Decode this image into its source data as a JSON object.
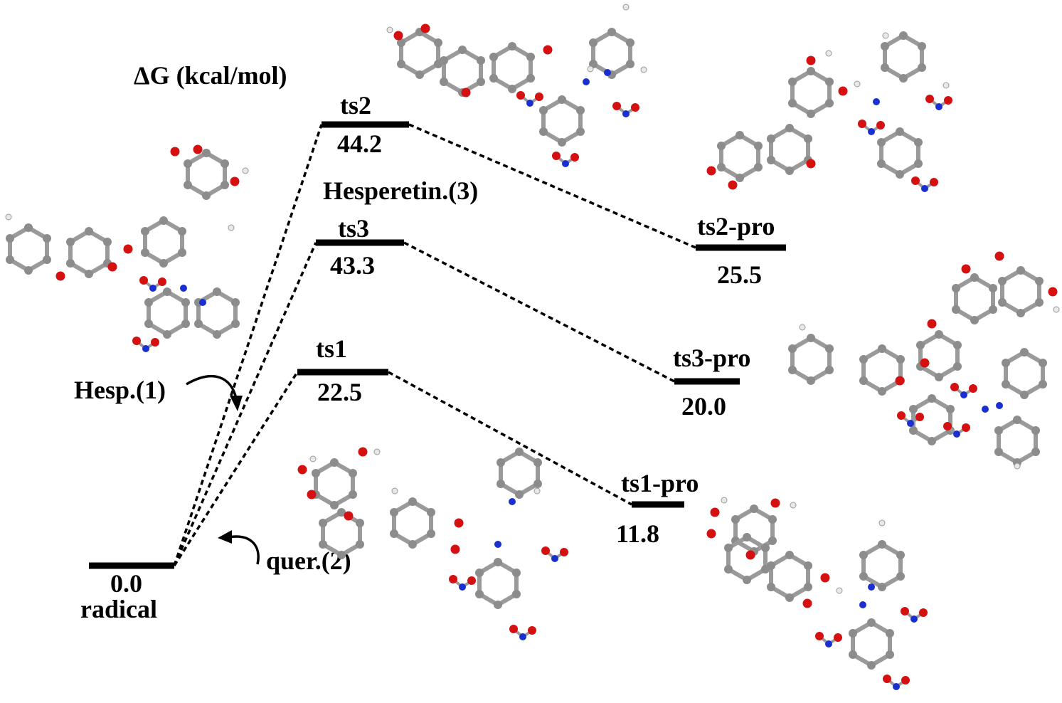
{
  "axis_title": "ΔG (kcal/mol)",
  "colors": {
    "carbon": "#8c8c8c",
    "oxygen": "#d41010",
    "nitrogen": "#1a2fd0",
    "hydrogen": "#eeeeee",
    "line": "#000000"
  },
  "reactant_labels": {
    "hesp": "Hesp.(1)",
    "quer": "quer.(2)",
    "hesperetin": "Hesperetin.(3)"
  },
  "states": {
    "radical": {
      "name": "radical",
      "energy": "0.0"
    },
    "ts1": {
      "name": "ts1",
      "energy": "22.5"
    },
    "ts2": {
      "name": "ts2",
      "energy": "44.2"
    },
    "ts3": {
      "name": "ts3",
      "energy": "43.3"
    },
    "ts1_pro": {
      "name": "ts1-pro",
      "energy": "11.8"
    },
    "ts2_pro": {
      "name": "ts2-pro",
      "energy": "25.5"
    },
    "ts3_pro": {
      "name": "ts3-pro",
      "energy": "20.0"
    }
  },
  "molecule_icons": [
    "ball-and-stick-molecule"
  ]
}
